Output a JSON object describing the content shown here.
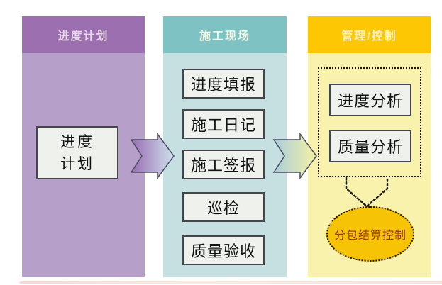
{
  "diagram": {
    "columns": {
      "plan": {
        "header": "进度计划",
        "box": {
          "line1": "进度",
          "line2": "计划"
        }
      },
      "site": {
        "header": "施工现场",
        "boxes": [
          "进度填报",
          "施工日记",
          "施工签报",
          "巡检",
          "质量验收"
        ]
      },
      "control": {
        "header": "管理/控制",
        "analysis_boxes": [
          "进度分析",
          "质量分析"
        ],
        "ellipse_label": "分包结算控制"
      }
    },
    "colors": {
      "plan_header_bg": "#9c6fb0",
      "plan_body_bg": "#b6a0ca",
      "site_header_bg": "#7fc2c4",
      "site_body_bg": "#c6dfe1",
      "control_header_bg": "#fdc703",
      "control_body_bg": "#f8f2ad",
      "node_bg": "#eef1ec",
      "node_border": "#45454d",
      "ellipse_bg": "#f6c405",
      "ellipse_text": "#993a1a",
      "arrow_plan_to_site_gradient": [
        "#9a6cb4",
        "#cfe2ec"
      ],
      "arrow_site_to_control_gradient": [
        "#aacfdb",
        "#f4f1a3"
      ]
    }
  }
}
